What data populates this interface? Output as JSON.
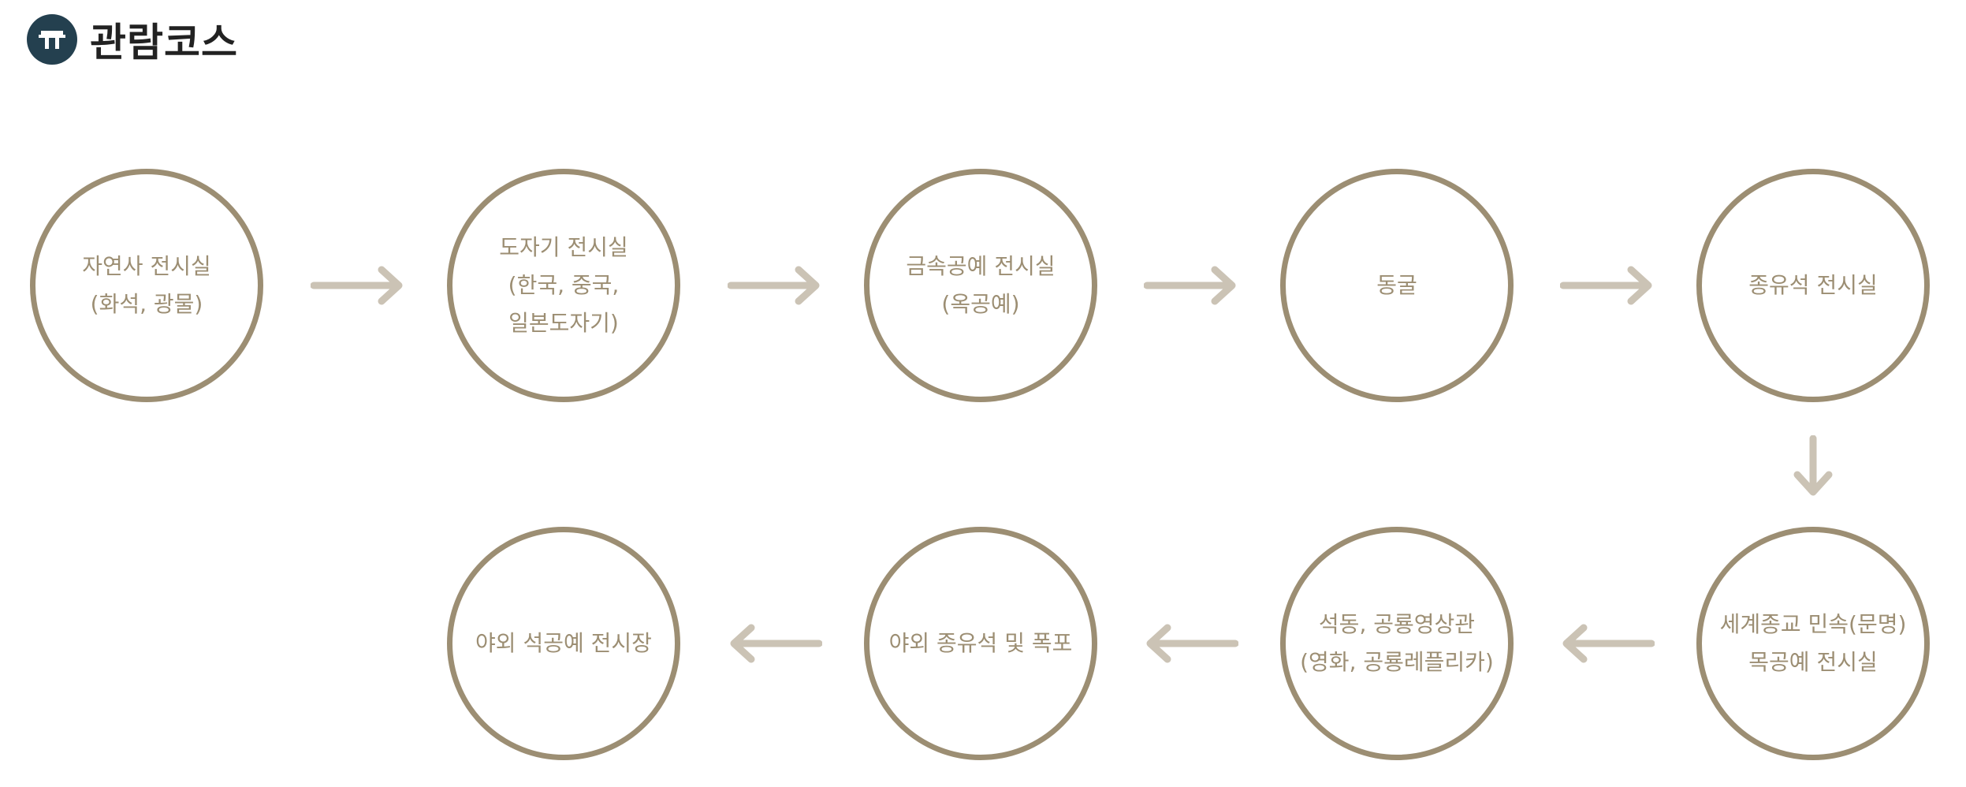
{
  "header": {
    "icon": "shrine-gate-icon",
    "title": "관람코스"
  },
  "colors": {
    "circle": "#9c8e73",
    "arrow": "#cbc3b5",
    "header_icon_bg": "#24404f"
  },
  "course": [
    {
      "id": "natural-history",
      "label": "자연사 전시실\n(화석, 광물)"
    },
    {
      "id": "ceramics",
      "label": "도자기 전시실\n(한국, 중국,\n일본도자기)"
    },
    {
      "id": "metalcraft",
      "label": "금속공예 전시실\n(옥공예)"
    },
    {
      "id": "cave",
      "label": "동굴"
    },
    {
      "id": "stalactite",
      "label": "종유석 전시실"
    },
    {
      "id": "world-religion",
      "label": "세계종교 민속(문명)\n목공예 전시실"
    },
    {
      "id": "stone-cave-dinosaur",
      "label": "석동, 공룡영상관\n(영화, 공룡레플리카)"
    },
    {
      "id": "outdoor-stalactite",
      "label": "야외 종유석 및 폭포"
    },
    {
      "id": "outdoor-stonecraft",
      "label": "야외 석공예 전시장"
    }
  ]
}
